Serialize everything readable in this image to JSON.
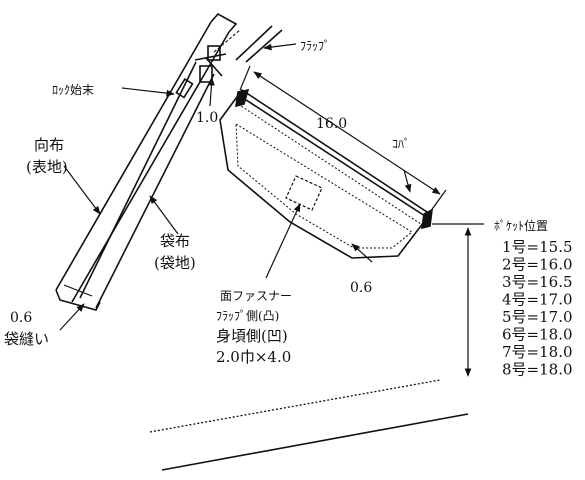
{
  "labels": {
    "flap": "ﾌﾗｯﾌﾟ",
    "lock_end": "ﾛｯｸ始末",
    "dim_1_0": "1.0",
    "dim_16_0": "16.0",
    "kopa": "ｺﾊﾟ",
    "front_cloth_1": "向布",
    "front_cloth_2": "(表地)",
    "bag_cloth_1": "袋布",
    "bag_cloth_2": "(袋地)",
    "dim_0_6_left": "0.6",
    "bag_seam": "袋縫い",
    "dim_0_6_right": "0.6",
    "fastener_1": "面ファスナー",
    "fastener_2": "ﾌﾗｯﾌﾟ側(凸)",
    "fastener_3": "身頃側(凹)",
    "fastener_4": "2.0巾×4.0",
    "pocket_pos_title": "ﾎﾟｹｯﾄ位置"
  },
  "pocket_positions": [
    "1号=15.5",
    "2号=16.0",
    "3号=16.5",
    "4号=17.0",
    "5号=17.0",
    "6号=18.0",
    "7号=18.0",
    "8号=18.0"
  ]
}
